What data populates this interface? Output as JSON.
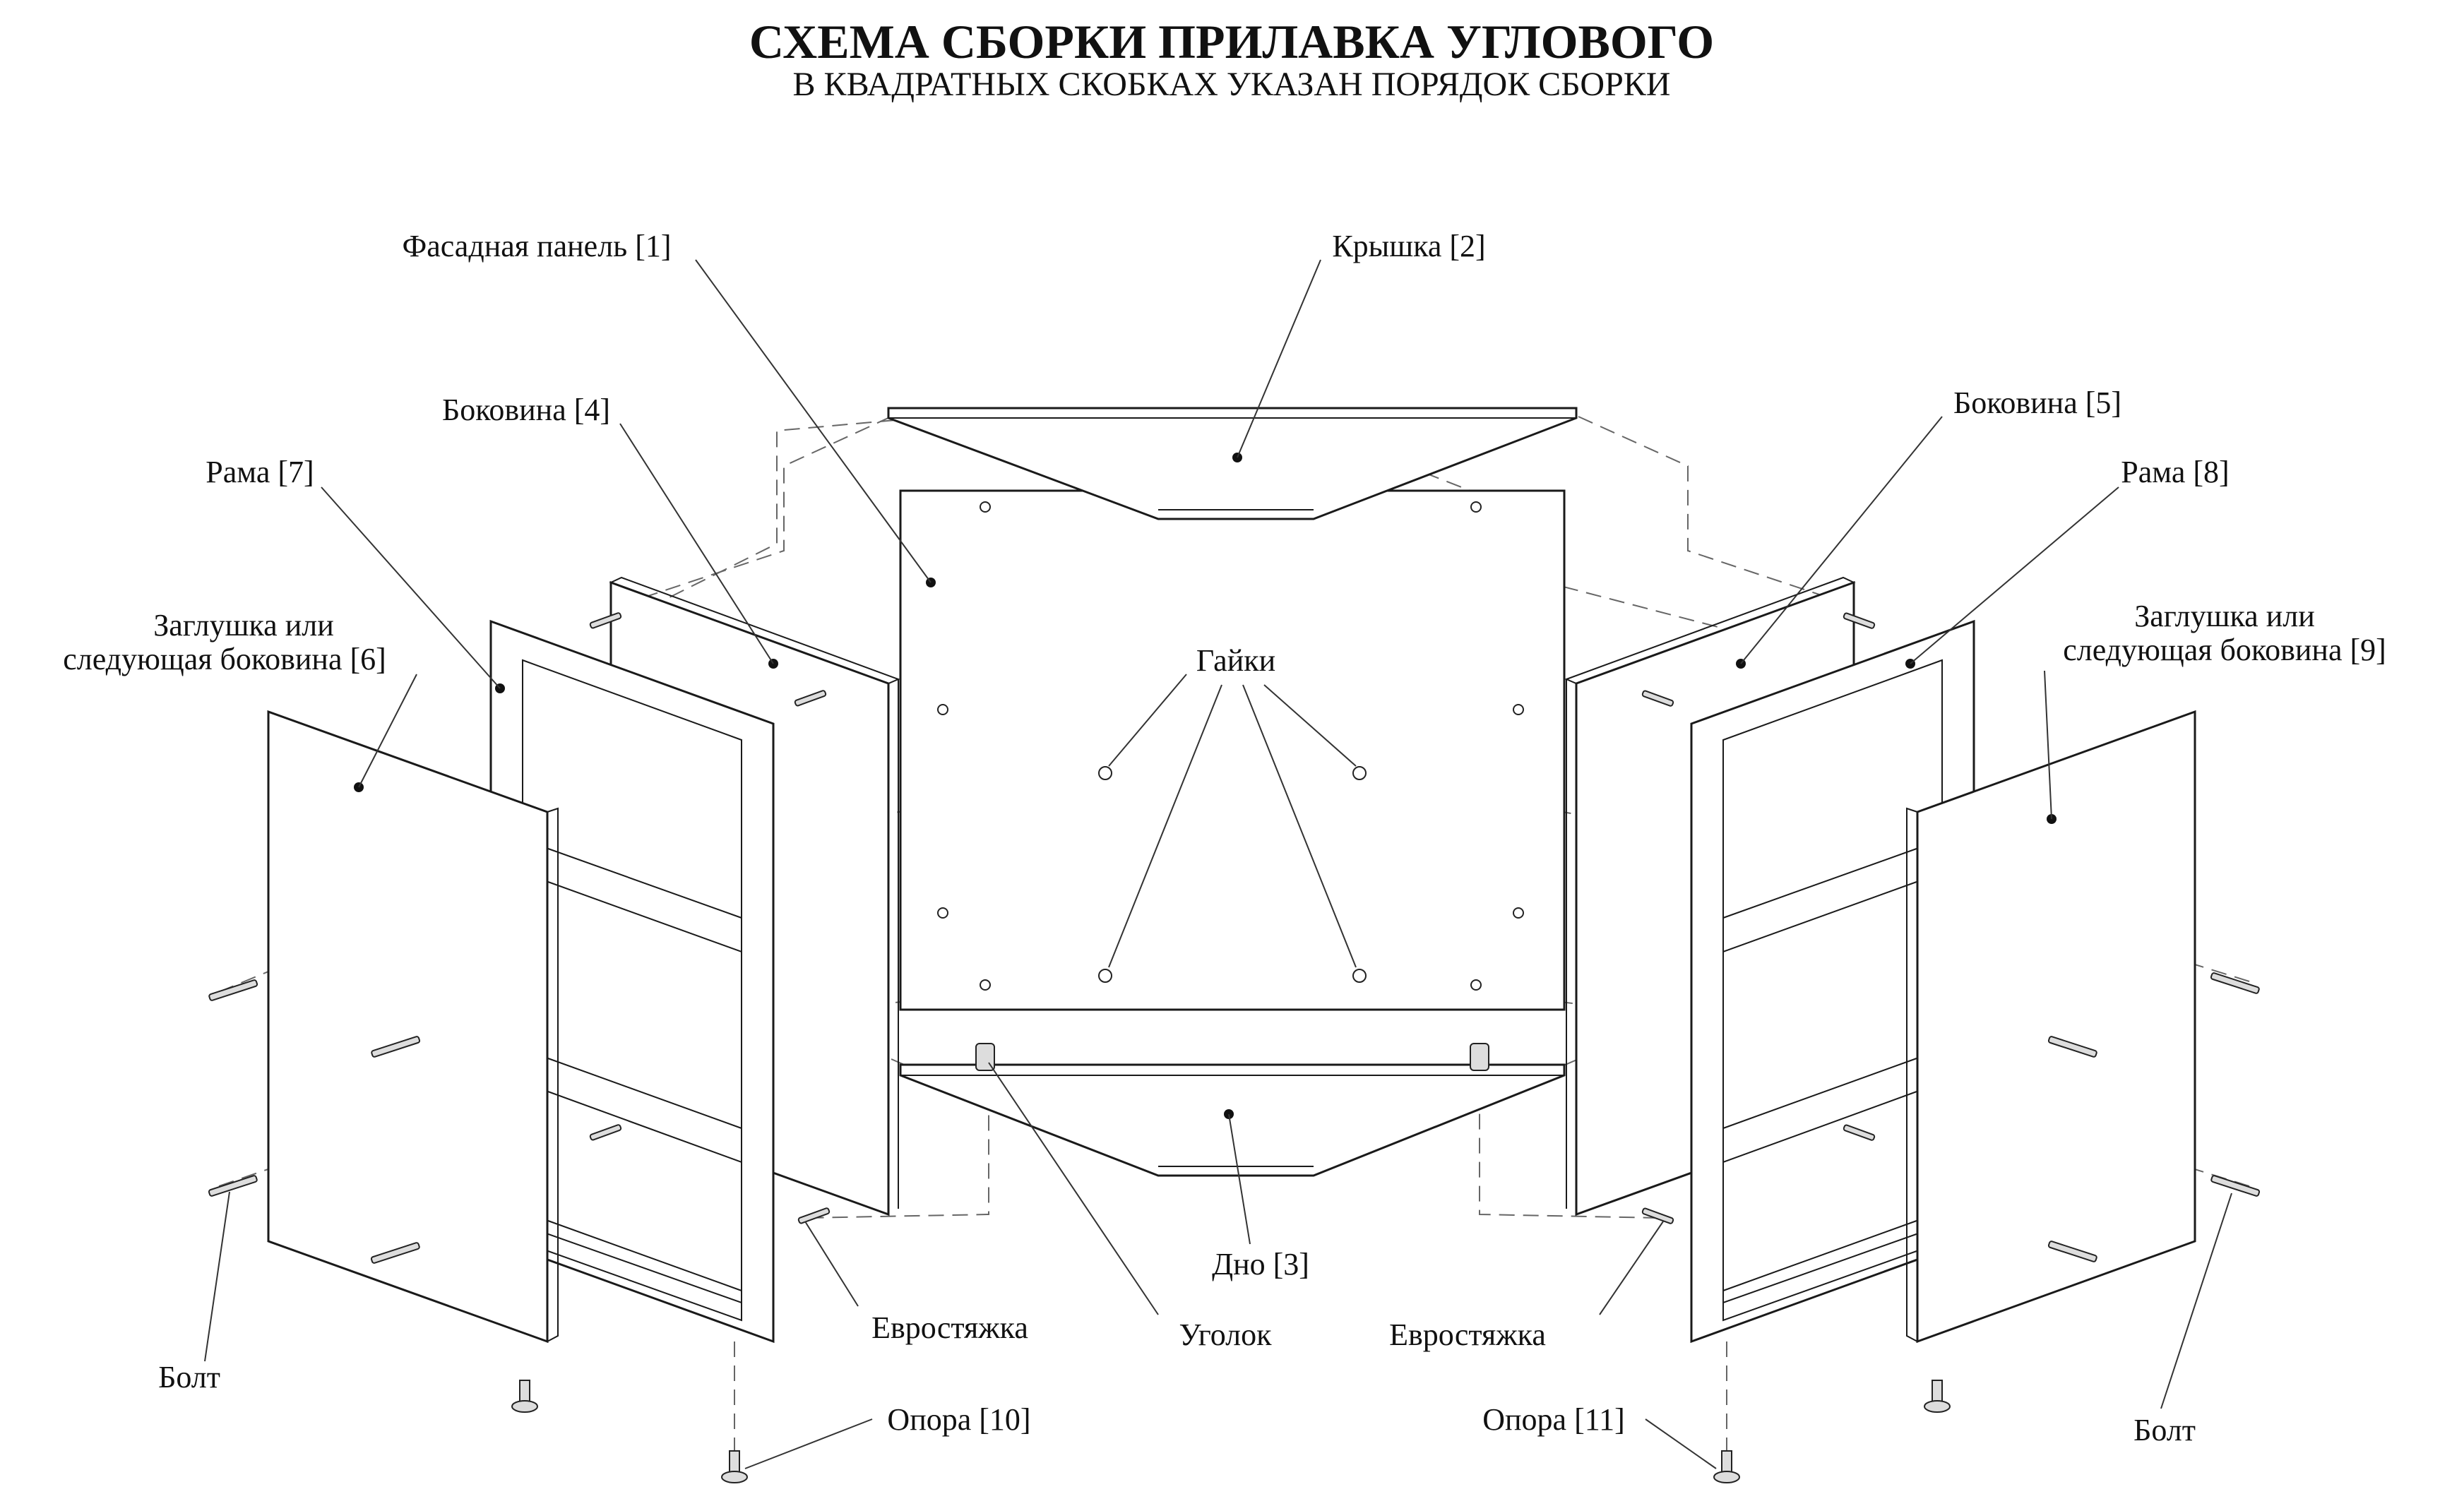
{
  "title": "СХЕМА СБОРКИ ПРИЛАВКА УГЛОВОГО",
  "subtitle": "В КВАДРАТНЫХ СКОБКАХ УКАЗАН ПОРЯДОК СБОРКИ",
  "labels": {
    "facade_panel": "Фасадная панель [1]",
    "lid": "Крышка [2]",
    "bottom": "Дно [3]",
    "side_left": "Боковина [4]",
    "side_right": "Боковина [5]",
    "plug_left_line1": "Заглушка или",
    "plug_left_line2": "следующая боковина [6]",
    "frame_left": "Рама [7]",
    "frame_right": "Рама [8]",
    "plug_right_line1": "Заглушка или",
    "plug_right_line2": "следующая боковина [9]",
    "leg_left": "Опора [10]",
    "leg_right": "Опора [11]",
    "nuts": "Гайки",
    "bracket": "Уголок",
    "eurotie_left": "Евростяжка",
    "eurotie_right": "Евростяжка",
    "bolt_left": "Болт",
    "bolt_right": "Болт"
  },
  "colors": {
    "ink": "#111111",
    "paper": "#ffffff",
    "dash": "#666666"
  }
}
